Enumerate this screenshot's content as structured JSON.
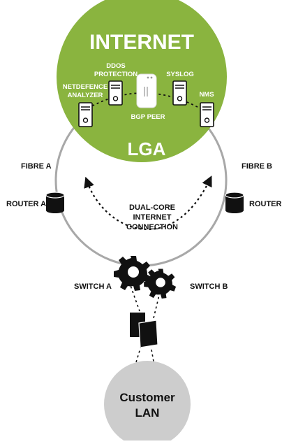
{
  "colors": {
    "green": "#8ab43f",
    "ring": "#a8a8a8",
    "dark": "#111111",
    "lan_circle": "#cdcdcd",
    "white": "#ffffff"
  },
  "internet": {
    "title": "INTERNET",
    "subtitle": "LGA"
  },
  "servers": {
    "netdefence_l1": "NETDEFENCE",
    "netdefence_l2": "ANALYZER",
    "ddos_l1": "DDOS",
    "ddos_l2": "PROTECTION",
    "bgp": "BGP PEER",
    "syslog": "SYSLOG",
    "nms": "NMS"
  },
  "links": {
    "fibre_a": "FIBRE A",
    "fibre_b": "FIBRE B"
  },
  "routers": {
    "router_a": "ROUTER A",
    "router_b": "ROUTER B"
  },
  "core": {
    "line1": "DUAL-CORE",
    "line2": "INTERNET",
    "line3": "CONNECTION"
  },
  "switches": {
    "switch_a": "SWITCH A",
    "switch_b": "SWITCH B"
  },
  "lan": {
    "line1": "Customer",
    "line2": "LAN"
  },
  "icons": [
    "server-icon",
    "bgp-peer-icon",
    "router-icon",
    "gear-icon",
    "device-icon"
  ]
}
